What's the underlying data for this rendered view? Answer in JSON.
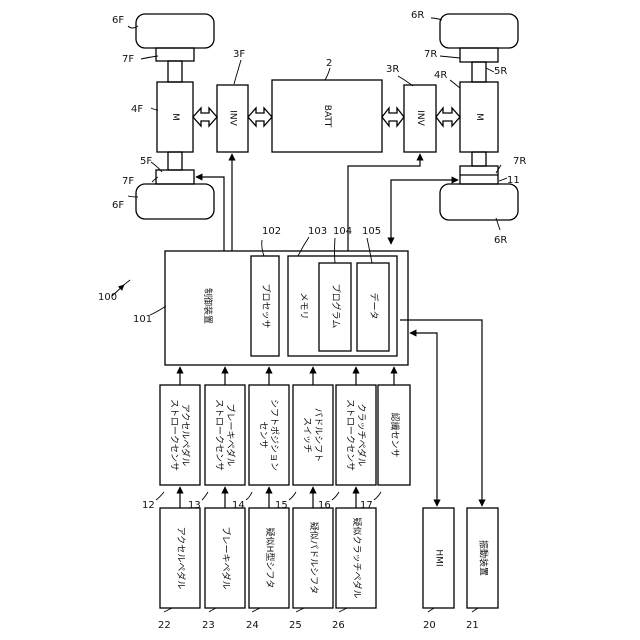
{
  "boxes": {
    "motor_front": "M",
    "inv_front": "INV",
    "batt": "BATT",
    "inv_rear": "INV",
    "motor_rear": "M",
    "controller": "制御装置",
    "processor": "プロセッサ",
    "memory": "メモリ",
    "program": "プログラム",
    "data": "データ",
    "sensor_12": "アクセルペダル\nストロークセンサ",
    "sensor_13": "ブレーキペダル\nストロークセンサ",
    "sensor_14": "シフトポジション\nセンサ",
    "sensor_15": "パドルシフト\nスイッチ",
    "sensor_16": "クラッチペダル\nストロークセンサ",
    "sensor_17": "認識センサ",
    "input_22": "アクセルペダル",
    "input_23": "ブレーキペダル",
    "input_24": "疑似H型シフタ",
    "input_25": "疑似パドルシフタ",
    "input_26": "疑似クラッチペダル",
    "hmi": "HMI",
    "vibration": "振動装置"
  },
  "refs": {
    "r6F_top": "6F",
    "r7F_top": "7F",
    "r4F": "4F",
    "r3F": "3F",
    "r5F": "5F",
    "r7F_bot": "7F",
    "r6F_bot": "6F",
    "r2": "2",
    "r3R": "3R",
    "r6R_top": "6R",
    "r7R_top": "7R",
    "r4R": "4R",
    "r5R": "5R",
    "r7R_bot": "7R",
    "r11": "11",
    "r6R_bot": "6R",
    "r100": "100",
    "r101": "101",
    "r102": "102",
    "r103": "103",
    "r104": "104",
    "r105": "105",
    "r12": "12",
    "r13": "13",
    "r14": "14",
    "r15": "15",
    "r16": "16",
    "r17": "17",
    "r22": "22",
    "r23": "23",
    "r24": "24",
    "r25": "25",
    "r26": "26",
    "r20": "20",
    "r21": "21"
  }
}
